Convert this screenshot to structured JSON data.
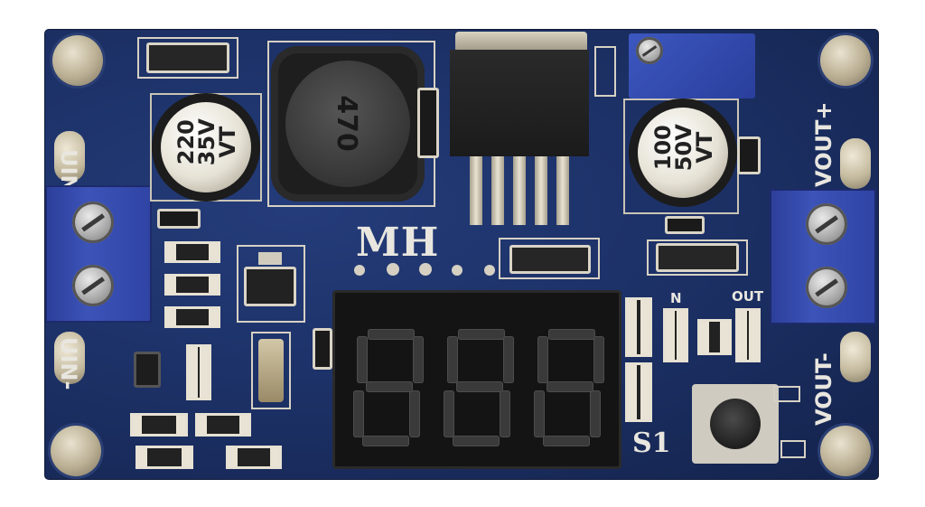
{
  "board": {
    "color": "#1b2f63",
    "brand_label": "MH",
    "switch_label": "S1",
    "input_plus_label": "UIN+",
    "input_minus_label": "UIN-",
    "output_plus_label": "VOUT+",
    "output_minus_label": "VOUT-",
    "in_small_label": "N",
    "out_small_label": "OUT",
    "inductor_marking": "470"
  },
  "capacitor_left": {
    "line1": "220",
    "line2": "35V",
    "line3": "VT"
  },
  "capacitor_right": {
    "line1": "100",
    "line2": "50V",
    "line3": "VT"
  },
  "display": {
    "digits": 3,
    "segment_color": "#3a3a3a"
  }
}
